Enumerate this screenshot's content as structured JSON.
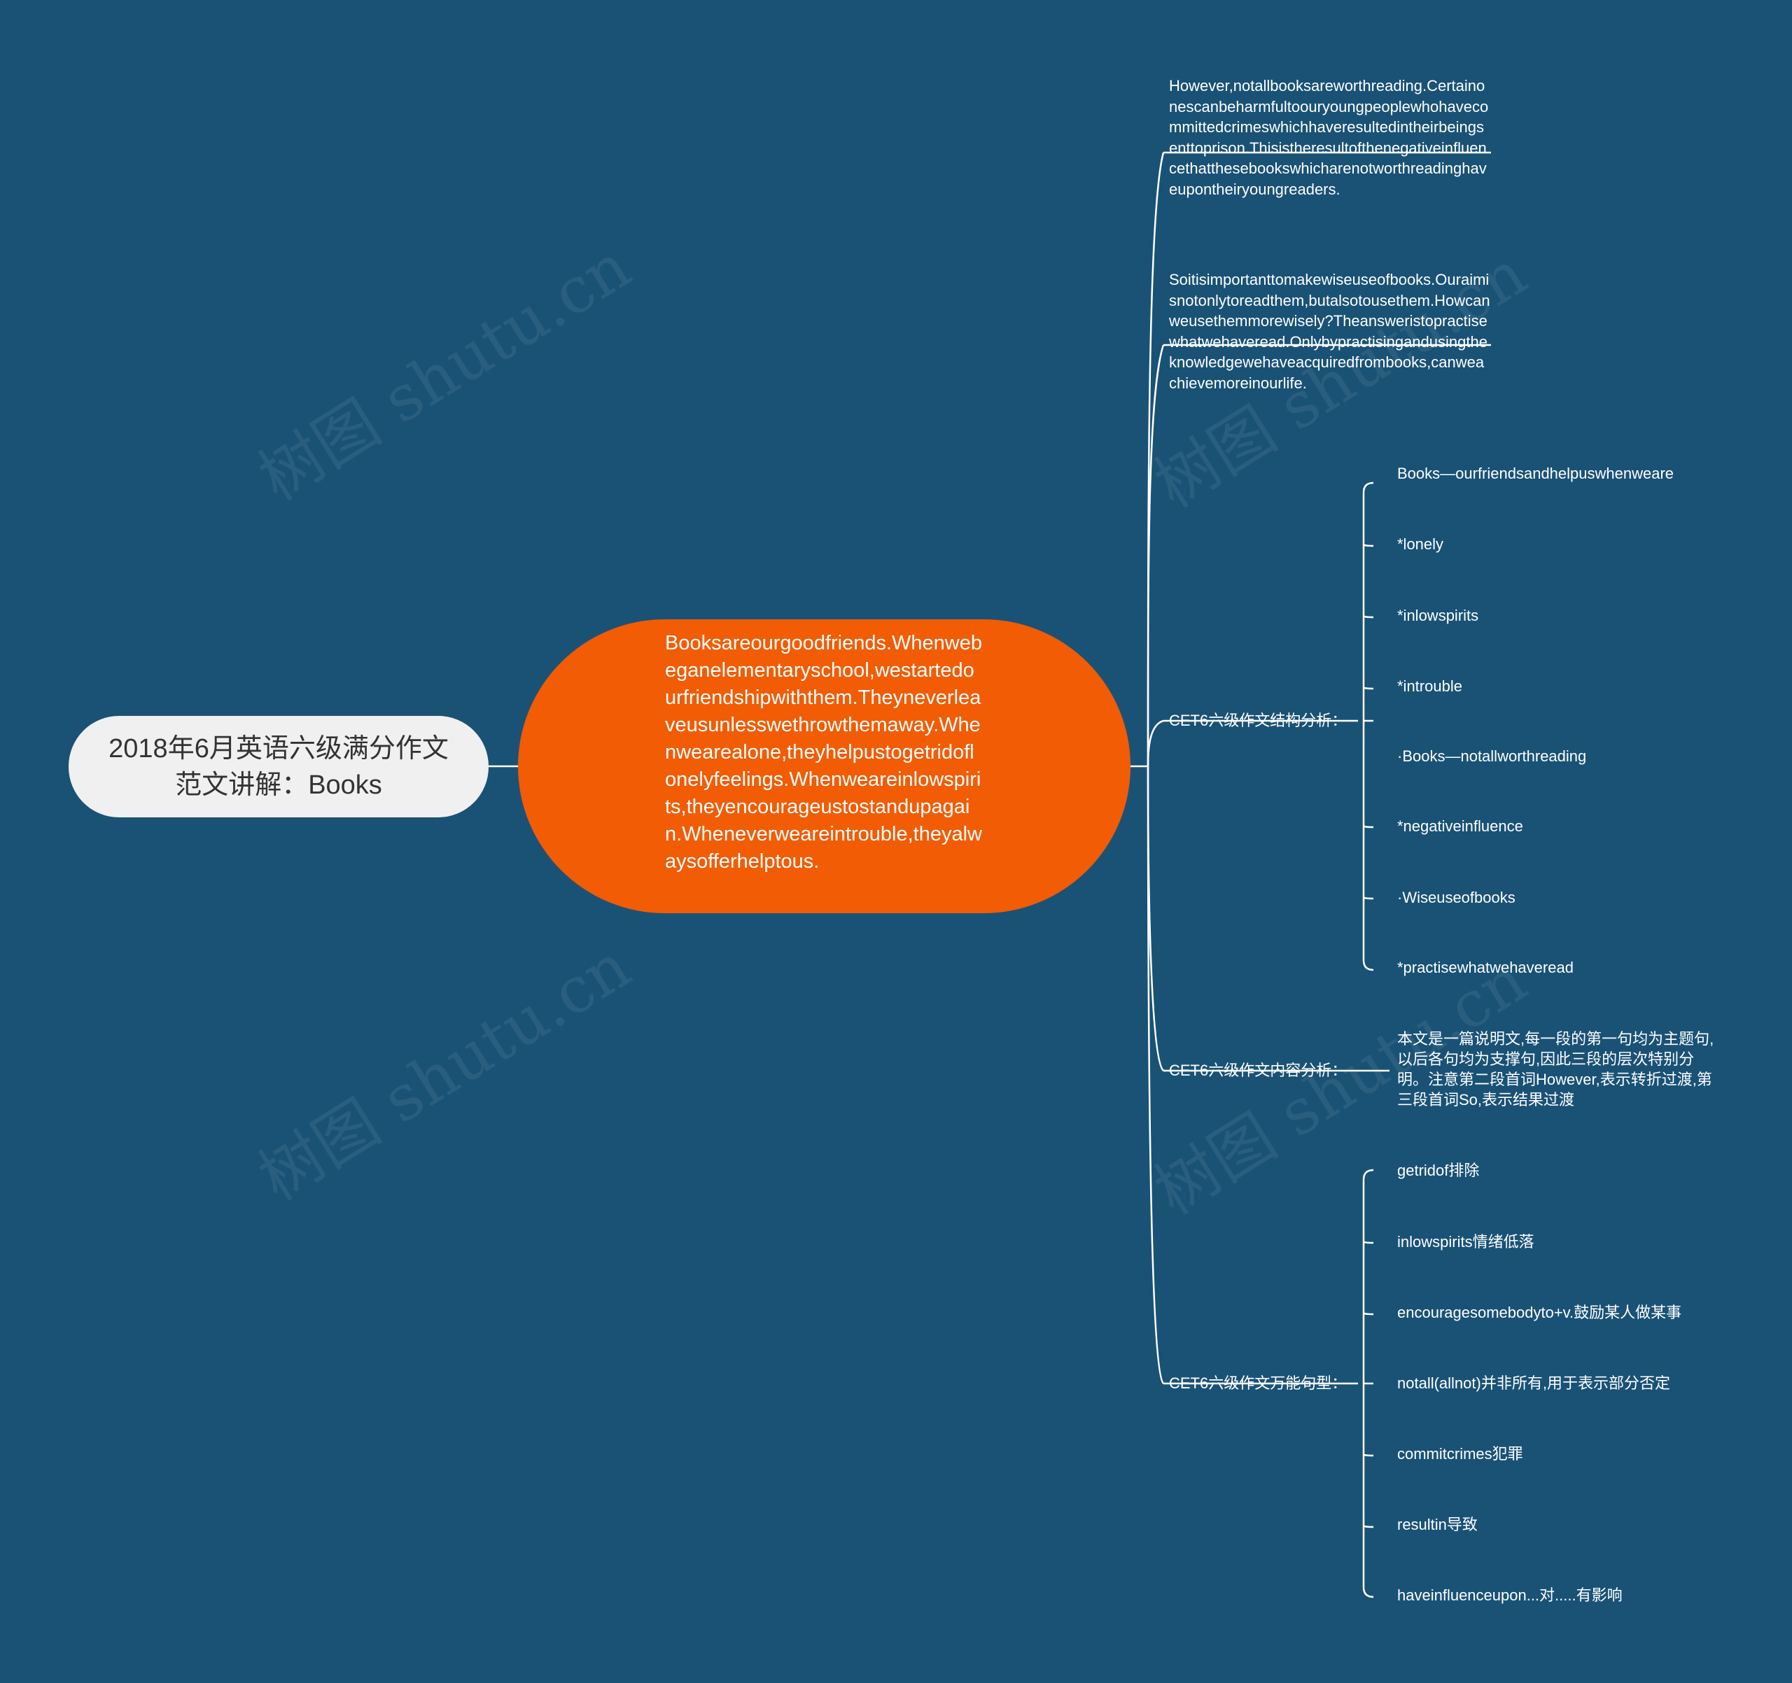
{
  "root": {
    "title": "2018年6月英语六级满分作文范文讲解：Books"
  },
  "center": {
    "text": "Booksareourgoodfriends.Whenwebeganelementaryschool,westartedourfriendshipwiththem.Theyneverleaveusunlesswethrowthemaway.Whenwearealone,theyhelpustogetridoflonelyfeelings.Whenweareinlowspirits,theyencourageustostandupagain.Wheneverweareintrouble,theyalwaysofferhelptous."
  },
  "paragraphs": [
    "However,notallbooksareworthreading.Certainonescanbeharmfultoouryoungpeoplewhohavecommittedcrimeswhichhaveresultedintheirbeingsenttoprison.Thisistheresultofthenegativeinfluencethatthesebookswhicharenotworthreadinghaveupontheiryoungreaders.",
    "Soitisimportanttomakewiseuseofbooks.Ouraimisnotonlytoreadthem,butalsotousethem.Howcanweusethemmorewisely?Theansweristopractisewhatwehaveread.Onlybypractisingandusingtheknowledgewehaveacquiredfrombooks,canweachievemoreinourlife."
  ],
  "branches": {
    "structure": {
      "label": "CET6六级作文结构分析：",
      "items": [
        "Books—ourfriendsandhelpuswhenweare",
        "*lonely",
        "*inlowspirits",
        "*introuble",
        "·Books—notallworthreading",
        "*negativeinfluence",
        "·Wiseuseofbooks",
        "*practisewhatwehaveread"
      ]
    },
    "content": {
      "label": "CET6六级作文内容分析：",
      "text": "本文是一篇说明文,每一段的第一句均为主题句,以后各句均为支撑句,因此三段的层次特别分明。注意第二段首词However,表示转折过渡,第三段首词So,表示结果过渡"
    },
    "patterns": {
      "label": "CET6六级作文万能句型：",
      "items": [
        "getridof排除",
        "inlowspirits情绪低落",
        "encouragesomebodyto+v.鼓励某人做某事",
        "notall(allnot)并非所有,用于表示部分否定",
        "commitcrimes犯罪",
        "resultin导致",
        "haveinfluenceupon...对.....有影响"
      ]
    }
  },
  "watermark": "树图 shutu.cn",
  "colors": {
    "background": "#1a5276",
    "center": "#f25c05",
    "root": "#f0f0f0",
    "line": "#ffffff"
  }
}
